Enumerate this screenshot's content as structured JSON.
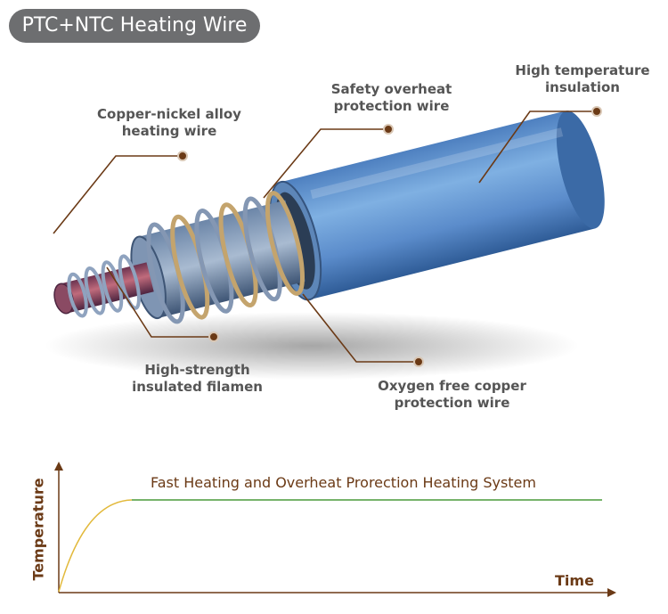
{
  "title": "PTC+NTC Heating Wire",
  "colors": {
    "pill": "#6d6e70",
    "label_text": "#555555",
    "leader": "#6b3a16",
    "cable_blue": "#5f95cf",
    "coil": "#b9aa86",
    "core": "#9c3b4e",
    "curve_yellow": "#e2b93b",
    "curve_green": "#4a9a3a"
  },
  "callouts": [
    {
      "id": "copper-nickel",
      "lines": [
        "Copper-nickel alloy",
        "heating wire"
      ]
    },
    {
      "id": "safety",
      "lines": [
        "Safety overheat",
        "protection wire"
      ]
    },
    {
      "id": "high-temp",
      "lines": [
        "High temperature",
        "insulation"
      ]
    },
    {
      "id": "filament",
      "lines": [
        "High-strength",
        "insulated filamen"
      ]
    },
    {
      "id": "oxygen",
      "lines": [
        "Oxygen free copper",
        "protection wire"
      ]
    }
  ],
  "chart_data": {
    "type": "line",
    "title": "Fast Heating and Overheat Prorection Heating System",
    "xlabel": "Time",
    "ylabel": "Temperature",
    "series": [
      {
        "segment": "heating",
        "color": "#e2b93b",
        "shape": "rising curve that levels off"
      },
      {
        "segment": "steady",
        "color": "#4a9a3a",
        "shape": "flat line"
      }
    ]
  }
}
